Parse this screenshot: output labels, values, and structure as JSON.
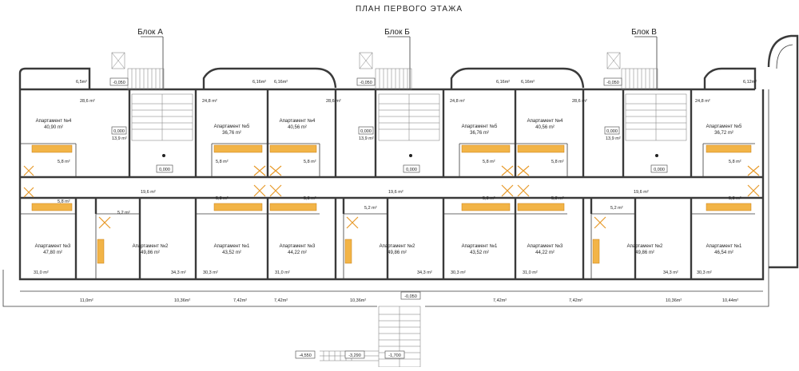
{
  "plan": {
    "title": "ПЛАН ПЕРВОГО ЭТАЖА",
    "blocks": [
      "Блок А",
      "Блок Б",
      "Блок В"
    ],
    "wall_color": "#3a3a3a",
    "accent_color": "#f2b447"
  },
  "apartments": [
    {
      "label": "Апартамент №4",
      "area": "40,90 m²"
    },
    {
      "label": "Апартамент №5",
      "area": "36,76 m²"
    },
    {
      "label": "Апартамент №4",
      "area": "40,56 m²"
    },
    {
      "label": "Апартамент №5",
      "area": "36,76 m²"
    },
    {
      "label": "Апартамент №4",
      "area": "40,56 m²"
    },
    {
      "label": "Апартамент №5",
      "area": "36,72 m²"
    },
    {
      "label": "Апартамент №3",
      "area": "47,80 m²"
    },
    {
      "label": "Апартамент №2",
      "area": "49,86 m²"
    },
    {
      "label": "Апартамент №1",
      "area": "43,52 m²"
    },
    {
      "label": "Апартамент №3",
      "area": "44,22 m²"
    },
    {
      "label": "Апартамент №2",
      "area": "49,86 m²"
    },
    {
      "label": "Апартамент №1",
      "area": "43,52 m²"
    },
    {
      "label": "Апартамент №3",
      "area": "44,22 m²"
    },
    {
      "label": "Апартамент №2",
      "area": "49,86 m²"
    },
    {
      "label": "Апартамент №1",
      "area": "46,54 m²"
    }
  ],
  "areas": [
    "6,5m²",
    "28,6 m²",
    "24,8 m²",
    "6,16m²",
    "6,16m²",
    "28,6 m²",
    "24,8 m²",
    "6,16m²",
    "6,16m²",
    "28,6 m²",
    "24,8 m²",
    "6,12m²",
    "13,9 m²",
    "13,9 m²",
    "13,9 m²",
    "5,8 m²",
    "5,8 m²",
    "5,8 m²",
    "5,8 m²",
    "5,8 m²",
    "5,8 m²",
    "5,8 m²",
    "5,8 m²",
    "5,8 m²",
    "5,8 m²",
    "5,8 m²",
    "5,8 m²",
    "19,6 m²",
    "19,6 m²",
    "19,6 m²",
    "5,2 m²",
    "5,2 m²",
    "5,2 m²",
    "31,0 m²",
    "34,3 m²",
    "30,3 m²",
    "31,0 m²",
    "34,3 m²",
    "30,3 m²",
    "31,0 m²",
    "34,3 m²",
    "30,3 m²",
    "11,0m²",
    "10,36m²",
    "7,42m²",
    "7,42m²",
    "10,36m²",
    "7,42m²",
    "7,42m²",
    "10,36m²",
    "10,44m²"
  ],
  "levels": [
    "-0,050",
    "-0,050",
    "-0,050",
    "0,000",
    "0,000",
    "0,000",
    "0,000",
    "0,000",
    "0,000",
    "-0,050",
    "-4,550",
    "-3,290",
    "-1,700"
  ]
}
